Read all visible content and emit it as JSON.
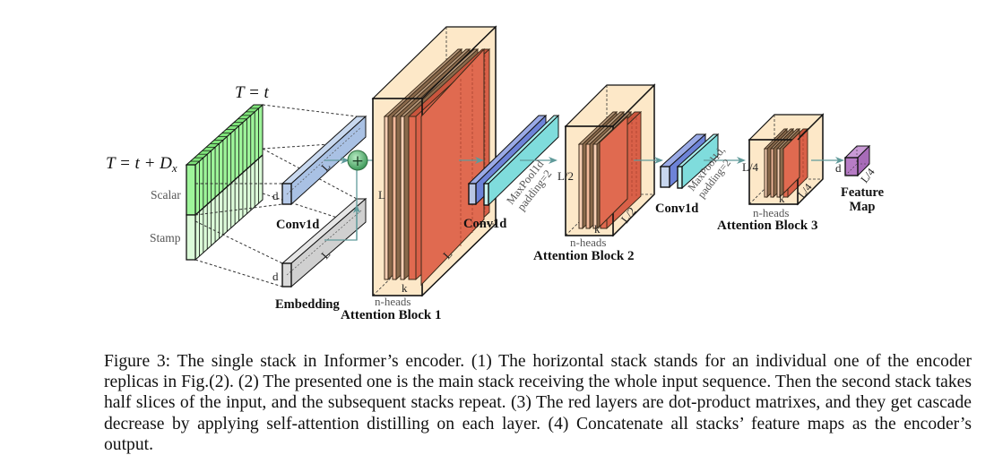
{
  "figure": {
    "input": {
      "time_top_label": "T = t",
      "time_left_label": "T = t + D",
      "time_left_subscript": "x",
      "scalar_label": "Scalar",
      "stamp_label": "Stamp"
    },
    "conv_input": {
      "label": "Conv1d",
      "dim_d": "d",
      "dim_L": "L"
    },
    "embedding": {
      "label": "Embedding",
      "dim_d": "d",
      "dim_L": "L"
    },
    "plus_symbol": "+",
    "blocks": [
      {
        "title": "Attention Block 1",
        "heads_label": "n-heads",
        "k_label": "k",
        "height_label": "L",
        "depth_label": "L",
        "layer_count": 4
      },
      {
        "title": "Attention Block 2",
        "heads_label": "n-heads",
        "k_label": "k",
        "height_label": "L/2",
        "depth_label": "L/2",
        "layer_count": 4
      },
      {
        "title": "Attention Block 3",
        "heads_label": "n-heads",
        "k_label": "k",
        "height_label": "L/4",
        "depth_label": "L/4",
        "layer_count": 4
      }
    ],
    "distill": [
      {
        "conv_label": "Conv1d",
        "pool_label_line1": "MaxPool1d",
        "pool_label_line2": "padding=2"
      },
      {
        "conv_label": "Conv1d",
        "pool_label_line1": "MaxPool1d,",
        "pool_label_line2": "padding=2"
      }
    ],
    "feature_map": {
      "label_line1": "Feature",
      "label_line2": "Map",
      "dim_d": "d",
      "dim_L": "L/4"
    },
    "colors": {
      "input_green": "#9ef59a",
      "input_green_light": "#dcfbd9",
      "conv_blue": "#b5c9e8",
      "embed_gray": "#d9d9d9",
      "plus_green": "#4fae6a",
      "block_bg": "#fde8c8",
      "layer_light": "#f7cfb4",
      "layer_red": "#e06a50",
      "distill_blue": "#6d83d8",
      "distill_cyan": "#7fdcdc",
      "feature_purple": "#b77cc6",
      "arrow_teal": "#5f9a9a"
    }
  },
  "caption": "Figure 3: The single stack in Informer’s encoder. (1) The horizontal stack stands for an individual one of the encoder replicas in Fig.(2). (2) The presented one is the main stack receiving the whole input sequence. Then the second stack takes half slices of the input, and the subsequent stacks repeat. (3) The red layers are dot-product matrixes, and they get cascade decrease by applying self-attention distilling on each layer. (4) Concatenate all stacks’ feature maps as the encoder’s output."
}
